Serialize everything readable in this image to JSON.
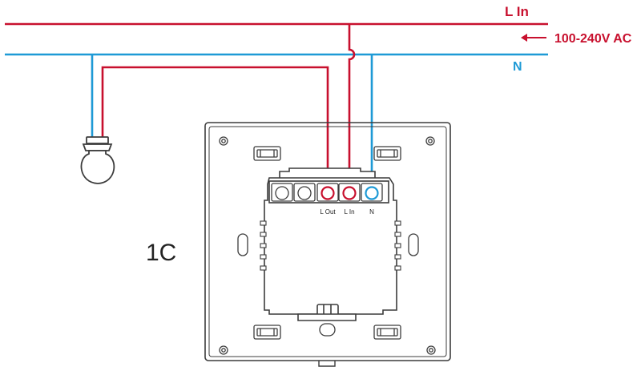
{
  "wires": {
    "live_in": {
      "label": "L In",
      "color": "#c8102e"
    },
    "supply": {
      "label": "100-240V AC",
      "arrow_icon": "arrow-left-icon",
      "color": "#c8102e"
    },
    "neutral": {
      "label": "N",
      "color": "#1e9ad6"
    }
  },
  "model": {
    "label": "1C"
  },
  "terminals": [
    {
      "label": "L Out"
    },
    {
      "label": "L In"
    },
    {
      "label": "N"
    }
  ],
  "colors": {
    "live": "#c8102e",
    "neutral": "#1e9ad6",
    "outline": "#3c3c3c",
    "text": "#222222"
  }
}
